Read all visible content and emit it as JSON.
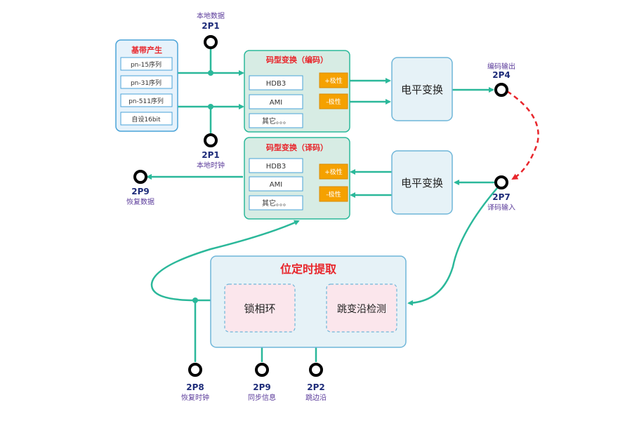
{
  "colors": {
    "teal": "#2bb89a",
    "red_dashed": "#e8262c",
    "box_fill": "#d7ece4",
    "box_stroke": "#2bb89a",
    "baseband_fill": "#e6f2fb",
    "baseband_stroke": "#4aa3d8",
    "level_fill": "#e6f2f7",
    "level_stroke": "#6fb6d9",
    "orange": "#f5a100",
    "pink": "#fbe6ec",
    "title_red": "#e8262c",
    "label_blue": "#1f2d7a",
    "label_purple": "#5a3a9a"
  },
  "baseband": {
    "title": "基带产生",
    "items": [
      "pn-15序列",
      "pn-31序列",
      "pn-511序列",
      "自设16bit"
    ]
  },
  "encoder": {
    "title": "码型变换（编码）",
    "items": [
      "HDB3",
      "AMI",
      "其它。。。"
    ],
    "pos_label": "+极性",
    "neg_label": "-极性"
  },
  "decoder": {
    "title": "码型变换（译码）",
    "items": [
      "HDB3",
      "AMI",
      "其它。。。"
    ],
    "pos_label": "+极性",
    "neg_label": "-极性"
  },
  "level_top": {
    "label": "电平变换"
  },
  "level_bottom": {
    "label": "电平变换"
  },
  "timing": {
    "title": "位定时提取",
    "pll": "锁相环",
    "edge_detect": "跳变沿检测"
  },
  "test_points": {
    "tp_2p1_data": {
      "id": "2P1",
      "desc": "本地数据"
    },
    "tp_2p1_clock": {
      "id": "2P1",
      "desc": "本地时钟"
    },
    "tp_2p4": {
      "id": "2P4",
      "desc": "编码输出"
    },
    "tp_2p7": {
      "id": "2P7",
      "desc": "译码输入"
    },
    "tp_2p9_data": {
      "id": "2P9",
      "desc": "恢复数据"
    },
    "tp_2p8": {
      "id": "2P8",
      "desc": "恢复时钟"
    },
    "tp_2p9_sync": {
      "id": "2P9",
      "desc": "同步信息"
    },
    "tp_2p2": {
      "id": "2P2",
      "desc": "跳边沿"
    }
  }
}
